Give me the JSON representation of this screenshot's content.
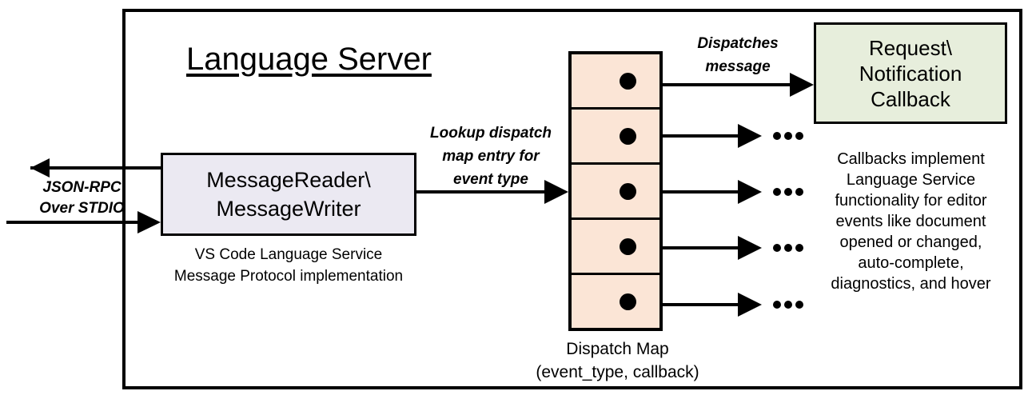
{
  "diagram": {
    "title": "Language Server",
    "external_protocol_label": "JSON-RPC\nOver STDIO",
    "external_protocol_line1": "JSON-RPC",
    "external_protocol_line2": "Over STDIO",
    "reader_box": {
      "line1": "MessageReader\\",
      "line2": "MessageWriter",
      "caption_line1": "VS Code Language Service",
      "caption_line2": "Message Protocol implementation",
      "fill_color": "#ebe9f2"
    },
    "lookup_label": {
      "line1": "Lookup dispatch",
      "line2": "map entry for",
      "line3": "event type"
    },
    "dispatch_map": {
      "fill_color": "#fbe5d6",
      "row_count": 5,
      "rows": [
        {
          "marker": "callback-dot",
          "arrow_target": "callback-box"
        },
        {
          "marker": "callback-dot",
          "arrow_target": "ellipsis"
        },
        {
          "marker": "callback-dot",
          "arrow_target": "ellipsis"
        },
        {
          "marker": "callback-dot",
          "arrow_target": "ellipsis"
        },
        {
          "marker": "callback-dot",
          "arrow_target": "ellipsis"
        }
      ],
      "caption_line1": "Dispatch Map",
      "caption_line2": "(event_type, callback)",
      "ellipsis": "..."
    },
    "dispatches_label": {
      "line1": "Dispatches",
      "line2": "message"
    },
    "callback_box": {
      "line1": "Request\\",
      "line2": "Notification",
      "line3": "Callback",
      "fill_color": "#e7eedc",
      "caption_line1": "Callbacks implement",
      "caption_line2": "Language Service",
      "caption_line3": "functionality for editor",
      "caption_line4": "events like document",
      "caption_line5": "opened or changed,",
      "caption_line6": "auto-complete,",
      "caption_line7": "diagnostics, and hover"
    },
    "colors": {
      "stroke": "#000000",
      "background": "#ffffff"
    }
  }
}
